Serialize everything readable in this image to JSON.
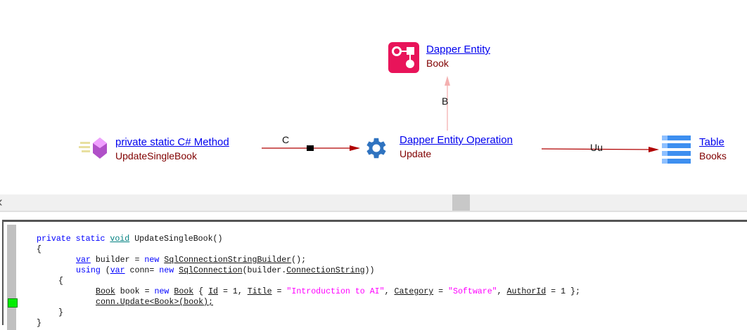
{
  "nodes": {
    "method": {
      "title": " private static C# Method",
      "subtitle": "UpdateSingleBook",
      "icon": "csharp-method-icon"
    },
    "operation": {
      "title": "Dapper Entity Operation",
      "subtitle": "Update",
      "icon": "gear-icon"
    },
    "entity": {
      "title": "Dapper Entity",
      "subtitle": "Book",
      "icon": "entity-icon"
    },
    "table": {
      "title": "Table",
      "subtitle": "Books",
      "icon": "table-icon"
    }
  },
  "edges": {
    "c": "C",
    "b": "B",
    "uu": "Uu"
  },
  "scroll_left": "‹",
  "code": {
    "l1": [
      "private",
      "static",
      "void",
      "UpdateSingleBook",
      "()"
    ],
    "l2": "{",
    "l3": [
      "var",
      " builder = ",
      "new",
      "SqlConnectionStringBuilder",
      "();"
    ],
    "l4": [
      "using",
      " (",
      "var",
      " conn= ",
      "new",
      "SqlConnection",
      "(builder.",
      "ConnectionString",
      "))"
    ],
    "l5": "{",
    "l6": [
      "Book",
      " book = ",
      "new",
      "Book",
      " { ",
      "Id",
      " = 1, ",
      "Title",
      " = ",
      "\"Introduction to AI\"",
      ", ",
      "Category",
      " = ",
      "\"Software\"",
      ", ",
      "AuthorId",
      " = 1 };"
    ],
    "l7": "conn.Update<Book>(book);",
    "l8": "}",
    "l9": "}"
  },
  "colors": {
    "edge": "#b00000",
    "entity": "#e8145a",
    "gear": "#2f73c0",
    "table": "#3d8ff0"
  }
}
